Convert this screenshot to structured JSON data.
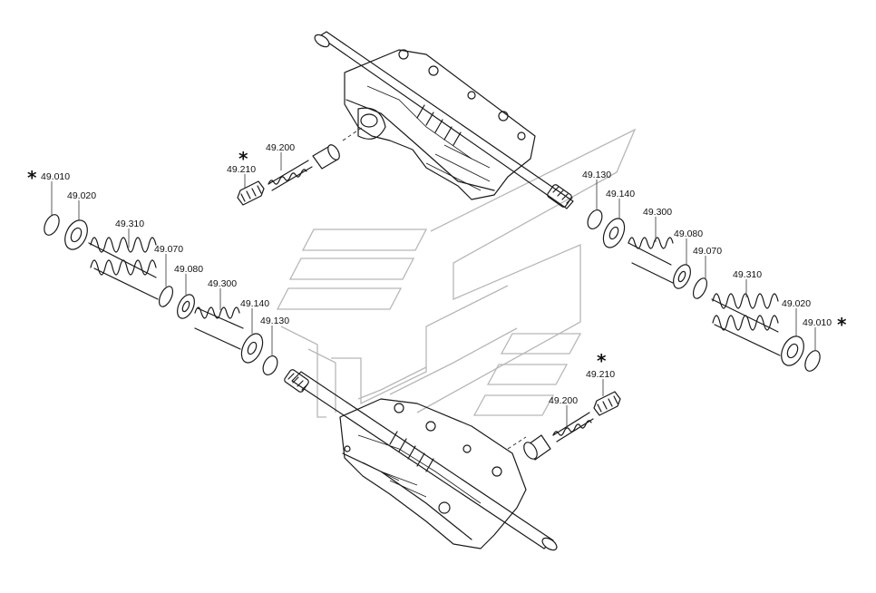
{
  "labels": [
    {
      "id": "p1",
      "text": "49.010",
      "star": true
    },
    {
      "id": "p2",
      "text": "49.020"
    },
    {
      "id": "p3",
      "text": "49.310"
    },
    {
      "id": "p4",
      "text": "49.070"
    },
    {
      "id": "p5",
      "text": "49.080"
    },
    {
      "id": "p6",
      "text": "49.300"
    },
    {
      "id": "p7",
      "text": "49.140"
    },
    {
      "id": "p8",
      "text": "49.130"
    },
    {
      "id": "p9",
      "text": "49.210",
      "star": true
    },
    {
      "id": "p10",
      "text": "49.200"
    },
    {
      "id": "p11",
      "text": "49.130"
    },
    {
      "id": "p12",
      "text": "49.140"
    },
    {
      "id": "p13",
      "text": "49.300"
    },
    {
      "id": "p14",
      "text": "49.080"
    },
    {
      "id": "p15",
      "text": "49.070"
    },
    {
      "id": "p16",
      "text": "49.310"
    },
    {
      "id": "p17",
      "text": "49.020"
    },
    {
      "id": "p18",
      "text": "49.010",
      "star": true
    },
    {
      "id": "p19",
      "text": "49.210",
      "star": true
    },
    {
      "id": "p20",
      "text": "49.200"
    }
  ],
  "colors": {
    "ink": "#1a1a1a",
    "watermark": "#b7b7b7",
    "background": "#ffffff"
  }
}
